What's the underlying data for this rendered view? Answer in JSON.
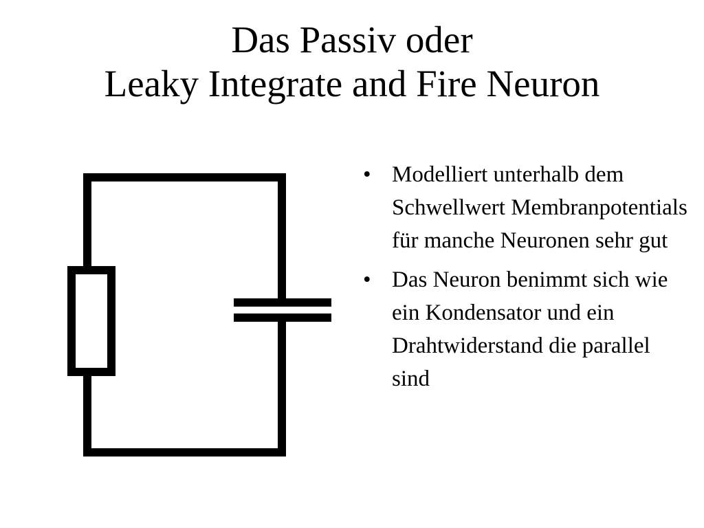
{
  "slide": {
    "title_line1": "Das Passiv oder",
    "title_line2": "Leaky Integrate and Fire Neuron"
  },
  "bullets": [
    {
      "marker": "•",
      "text": "Modelliert unterhalb dem Schwellwert Membranpotentials für manche Neuronen sehr gut"
    },
    {
      "marker": "•",
      "text": "Das Neuron benimmt sich wie ein Kondensator und ein Drahtwiderstand die parallel sind"
    }
  ],
  "diagram": {
    "components": [
      "resistor",
      "capacitor"
    ],
    "connection": "parallel",
    "stroke_color": "#000000"
  }
}
